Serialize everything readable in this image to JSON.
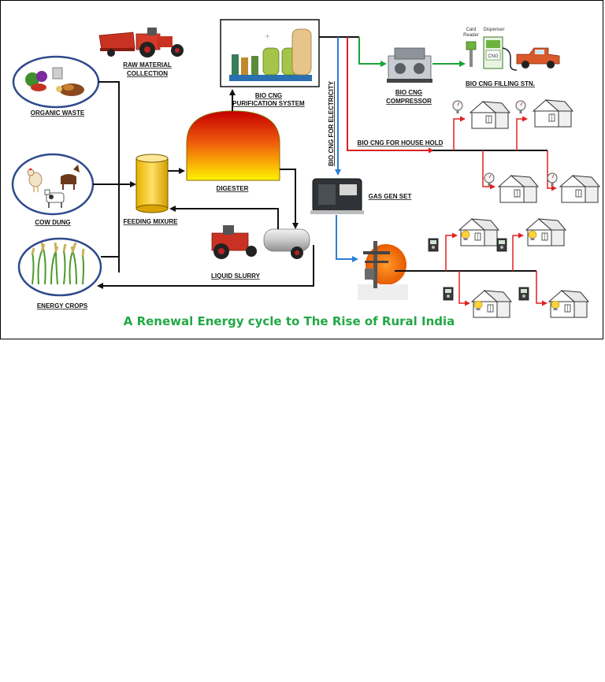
{
  "labels": {
    "raw_material_1": "RAW MATERIAL",
    "raw_material_2": "COLLECTION",
    "organic_waste": "ORGANIC WASTE",
    "cow_dung": "COW DUNG",
    "energy_crops": "ENERGY CROPS",
    "feeding_mixure": "FEEDING MIXURE",
    "digester": "DIGESTER",
    "purification_1": "BIO CNG",
    "purification_2": "PURIFICATION SYSTEM",
    "liquid_slurry": "LIQUID SLURRY",
    "compressor_1": "BIO CNG",
    "compressor_2": "COMPRESSOR",
    "filling_station": "BIO CNG FILLING STN.",
    "card_reader_1": "Card",
    "card_reader_2": "Reader",
    "dispenser": "Dispenser",
    "cng_tag": "CNG",
    "household": "BIO CNG FOR HOUSE HOLD",
    "electricity": "BIO CNG FOR ELECTRICITY",
    "gas_gen_set": "GAS GEN SET"
  },
  "caption": "A Renewal Energy cycle to The Rise of Rural India",
  "colors": {
    "flow_black": "#111111",
    "flow_green": "#1aa33a",
    "flow_red": "#e02020",
    "flow_blue": "#2a7fd4",
    "caption": "#22a845",
    "oval_border": "#2e4a8c"
  },
  "icons": {
    "tractor_trailer": "tractor-trailer-icon",
    "organic_waste": "vegetables-icon",
    "cow_dung": "farm-animals-icon",
    "energy_crops": "crops-icon",
    "feeding_tank": "tank-icon",
    "digester": "dome-digester-icon",
    "purification": "purification-plant-icon",
    "slurry_tanker": "tractor-tanker-icon",
    "compressor": "compressor-icon",
    "dispenser": "fuel-dispenser-icon",
    "car": "pickup-truck-icon",
    "generator": "generator-icon",
    "transformer": "transformer-pole-icon",
    "house": "house-icon",
    "gas_meter": "gas-meter-icon",
    "electric_meter": "electric-meter-icon",
    "bulb": "light-bulb-icon"
  }
}
